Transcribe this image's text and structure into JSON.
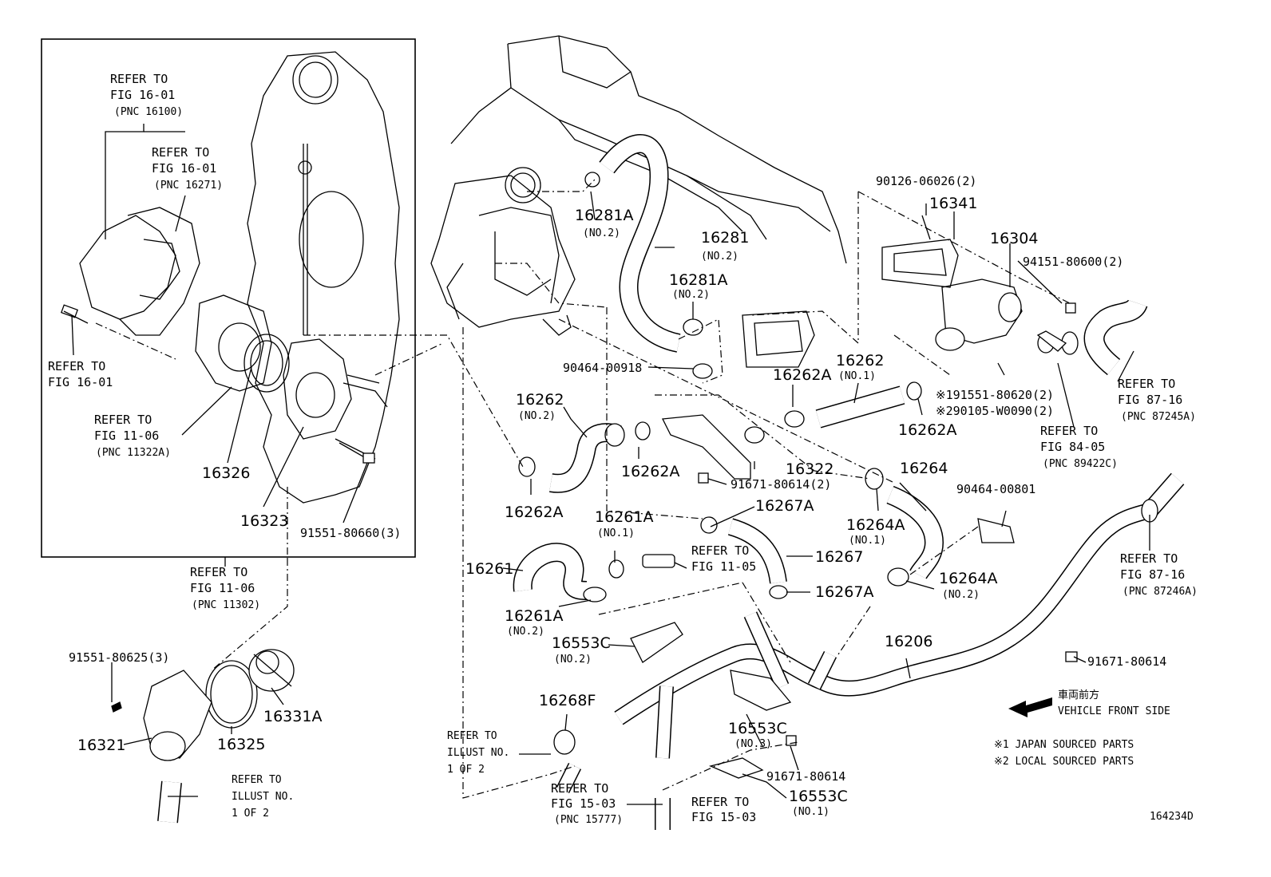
{
  "parts": {
    "p16281A_1": "16281A",
    "p16281A_1_sub": "(NO.2)",
    "p16281": "16281",
    "p16281_sub": "(NO.2)",
    "p16281A_2": "16281A",
    "p16281A_2_sub": "(NO.2)",
    "p90464_00918": "90464-00918",
    "p90126": "90126-06026(2)",
    "p16341": "16341",
    "p16304": "16304",
    "p94151": "94151-80600(2)",
    "p16262A_a": "16262A",
    "p16262_a": "16262",
    "p16262_a_sub": "(NO.1)",
    "p191551": "※191551-80620(2)",
    "p290105": "※290105-W0090(2)",
    "p16262A_b": "16262A",
    "p16262_b": "16262",
    "p16262_b_sub": "(NO.2)",
    "p16262A_c": "16262A",
    "p16322": "16322",
    "p91671_2": "91671-80614(2)",
    "p16262A_d": "16262A",
    "p16264": "16264",
    "p90464_00801": "90464-00801",
    "p16264A_1": "16264A",
    "p16264A_1_sub": "(NO.1)",
    "p16267A_1": "16267A",
    "p16267": "16267",
    "p16261A_1": "16261A",
    "p16261A_1_sub": "(NO.1)",
    "p16261": "16261",
    "p16264A_2": "16264A",
    "p16264A_2_sub": "(NO.2)",
    "p16267A_2": "16267A",
    "p16261A_2": "16261A",
    "p16261A_2_sub": "(NO.2)",
    "p16553C_2": "16553C",
    "p16553C_2_sub": "(NO.2)",
    "p16206": "16206",
    "p91671_a": "91671-80614",
    "p16268F": "16268F",
    "p16553C_3": "16553C",
    "p16553C_3_sub": "(NO.3)",
    "p91671_b": "91671-80614",
    "p16553C_1": "16553C",
    "p16553C_1_sub": "(NO.1)",
    "p16326": "16326",
    "p16323": "16323",
    "p91551_80660": "91551-80660(3)",
    "p91551_80625": "91551-80625(3)",
    "p16321": "16321",
    "p16325": "16325",
    "p16331A": "16331A"
  },
  "refs": {
    "r1": [
      "REFER TO",
      "FIG 16-01",
      "(PNC 16100)"
    ],
    "r2": [
      "REFER TO",
      "FIG 16-01",
      "(PNC 16271)"
    ],
    "r3": [
      "REFER TO",
      "FIG 16-01"
    ],
    "r4": [
      "REFER TO",
      "FIG 11-06",
      "(PNC 11322A)"
    ],
    "r5": [
      "REFER TO",
      "FIG 11-06",
      "(PNC 11302)"
    ],
    "r6": [
      "REFER TO",
      "FIG 87-16",
      "(PNC 87245A)"
    ],
    "r7": [
      "REFER TO",
      "FIG 84-05",
      "(PNC 89422C)"
    ],
    "r8": [
      "REFER TO",
      "FIG 11-05"
    ],
    "r9": [
      "REFER TO",
      "FIG 87-16",
      "(PNC 87246A)"
    ],
    "r10": [
      "REFER TO",
      "ILLUST NO.",
      "1 OF 2"
    ],
    "r11": [
      "REFER TO",
      "FIG 15-03",
      "(PNC 15777)"
    ],
    "r12": [
      "REFER TO",
      "FIG 15-03"
    ],
    "r13": [
      "REFER TO",
      "ILLUST NO.",
      "1 OF 2"
    ]
  },
  "legend": {
    "front_jp": "車両前方",
    "front_en": "VEHICLE FRONT SIDE",
    "note1": "※1 JAPAN SOURCED PARTS",
    "note2": "※2 LOCAL SOURCED PARTS"
  },
  "figure_id": "164234D"
}
